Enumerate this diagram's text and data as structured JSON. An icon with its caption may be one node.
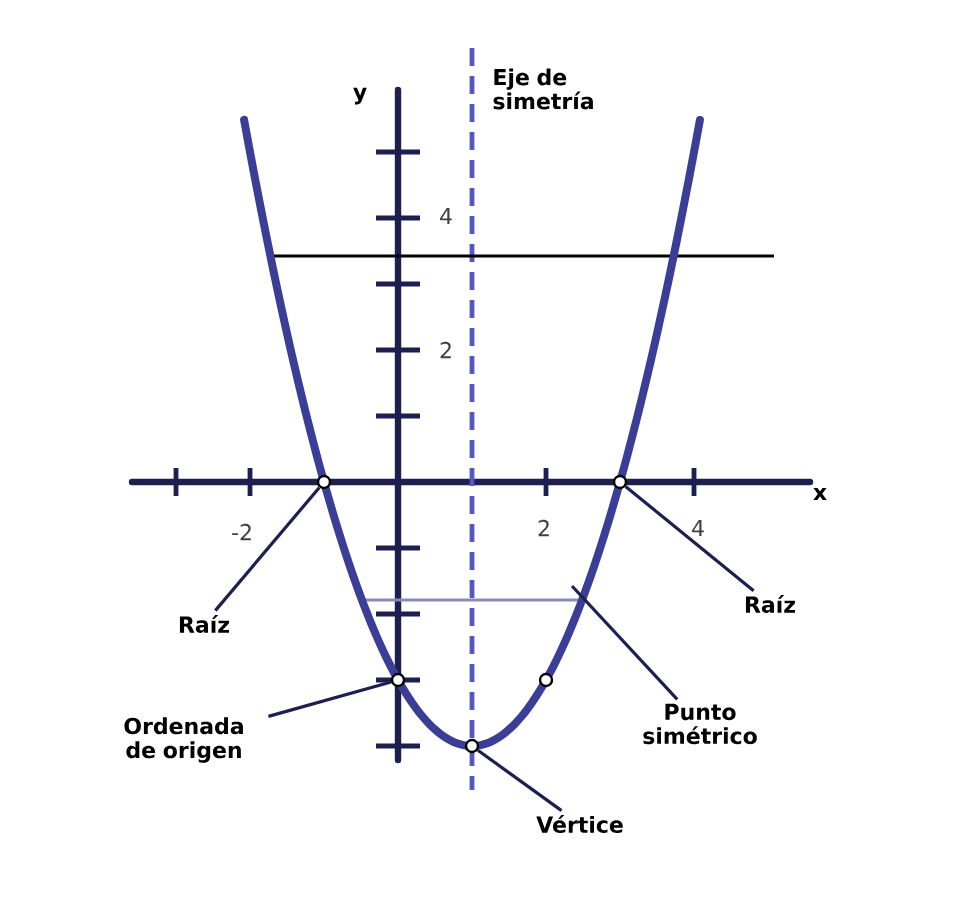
{
  "diagram": {
    "nodes": [
      {
        "text": [
          "Raíz"
        ]
      },
      {
        "text": [
          "Raíz"
        ]
      },
      {
        "text": [
          "Ordenada de origen"
        ]
      },
      {
        "text": [
          "Punto simétrico"
        ]
      },
      {
        "text": [
          "Vértice"
        ]
      },
      {
        "text": [],
        "shape": "circle"
      },
      {
        "text": [],
        "shape": "circle"
      },
      {
        "text": [],
        "shape": "circle"
      },
      {
        "text": [],
        "shape": "circle"
      },
      {
        "text": [],
        "shape": "circle"
      }
    ],
    "edges": [
      {
        "from": 0,
        "to": 5,
        "arrow": "none"
      },
      {
        "from": 1,
        "to": 6,
        "arrow": "none"
      },
      {
        "from": 2,
        "to": 7,
        "arrow": "none"
      },
      {
        "from": 3,
        "to": null,
        "arrow": "none"
      },
      {
        "from": 4,
        "to": 9,
        "arrow": "none"
      }
    ],
    "labels": [
      "y",
      "Eje de simetría",
      "4",
      "2",
      "x",
      "-2",
      "2",
      "4"
    ]
  }
}
